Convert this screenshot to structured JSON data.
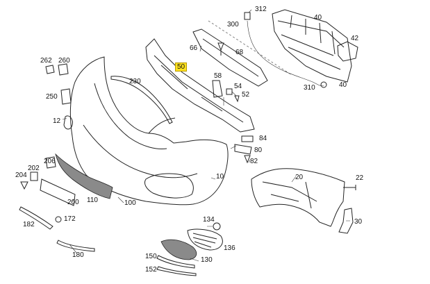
{
  "diagram": {
    "highlight_color": "#ffe21f",
    "labels": [
      {
        "id": "312",
        "text": "312"
      },
      {
        "id": "40a",
        "text": "40"
      },
      {
        "id": "300",
        "text": "300"
      },
      {
        "id": "42",
        "text": "42"
      },
      {
        "id": "66",
        "text": "66"
      },
      {
        "id": "68",
        "text": "68"
      },
      {
        "id": "262",
        "text": "262"
      },
      {
        "id": "260",
        "text": "260"
      },
      {
        "id": "50",
        "text": "50",
        "highlighted": true
      },
      {
        "id": "230",
        "text": "230"
      },
      {
        "id": "58",
        "text": "58"
      },
      {
        "id": "54",
        "text": "54"
      },
      {
        "id": "52",
        "text": "52"
      },
      {
        "id": "310",
        "text": "310"
      },
      {
        "id": "40b",
        "text": "40"
      },
      {
        "id": "250",
        "text": "250"
      },
      {
        "id": "12",
        "text": "12"
      },
      {
        "id": "84",
        "text": "84"
      },
      {
        "id": "80",
        "text": "80"
      },
      {
        "id": "82",
        "text": "82"
      },
      {
        "id": "206",
        "text": "206"
      },
      {
        "id": "202",
        "text": "202"
      },
      {
        "id": "204",
        "text": "204"
      },
      {
        "id": "10",
        "text": "10"
      },
      {
        "id": "20",
        "text": "20"
      },
      {
        "id": "22",
        "text": "22"
      },
      {
        "id": "200",
        "text": "200"
      },
      {
        "id": "110",
        "text": "110"
      },
      {
        "id": "100",
        "text": "100"
      },
      {
        "id": "182",
        "text": "182"
      },
      {
        "id": "172",
        "text": "172"
      },
      {
        "id": "134",
        "text": "134"
      },
      {
        "id": "136",
        "text": "136"
      },
      {
        "id": "30",
        "text": "30"
      },
      {
        "id": "180",
        "text": "180"
      },
      {
        "id": "150",
        "text": "150"
      },
      {
        "id": "130",
        "text": "130"
      },
      {
        "id": "152",
        "text": "152"
      }
    ]
  }
}
